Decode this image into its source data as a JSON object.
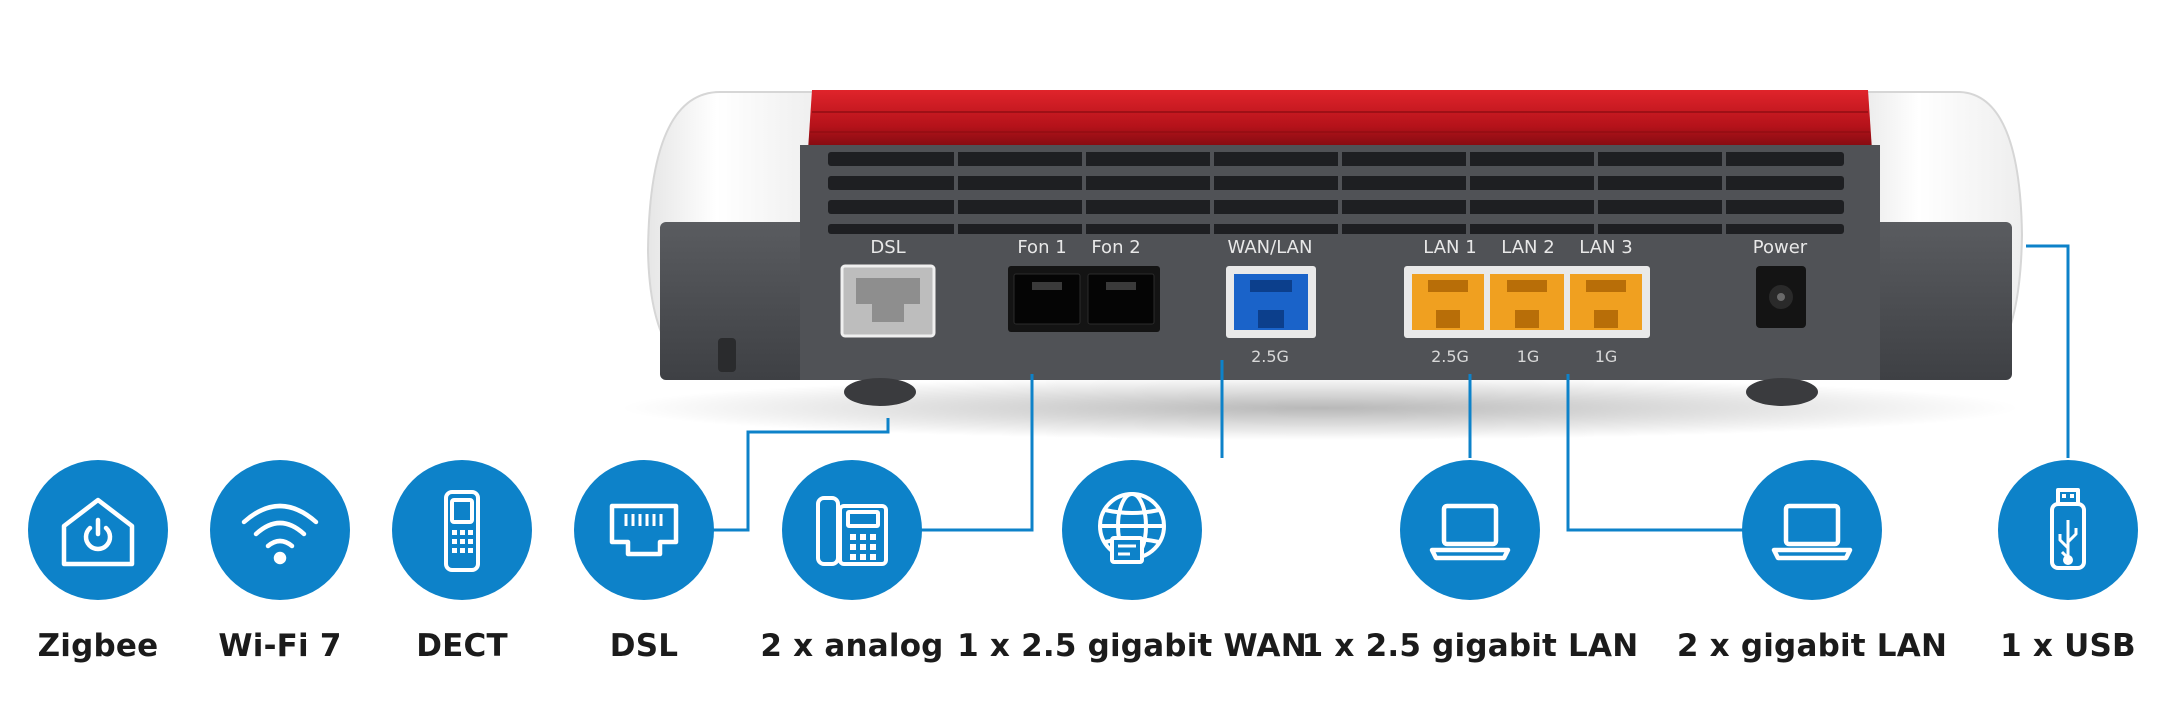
{
  "router": {
    "ports": [
      {
        "label": "DSL",
        "speed": "",
        "color": "#d8d8d8"
      },
      {
        "label": "Fon 1",
        "speed": "",
        "color": "#111111"
      },
      {
        "label": "Fon 2",
        "speed": "",
        "color": "#111111"
      },
      {
        "label": "WAN/LAN",
        "speed": "2.5G",
        "color": "#1a63c9"
      },
      {
        "label": "LAN 1",
        "speed": "2.5G",
        "color": "#f0a020"
      },
      {
        "label": "LAN 2",
        "speed": "1G",
        "color": "#f0a020"
      },
      {
        "label": "LAN 3",
        "speed": "1G",
        "color": "#f0a020"
      },
      {
        "label": "Power",
        "speed": "",
        "color": "#111111"
      }
    ],
    "colors": {
      "body_red": "#c8141b",
      "body_grey": "#4d4f53",
      "shell_white": "#f7f7f7"
    }
  },
  "features": [
    {
      "icon": "smart-home-icon",
      "label": "Zigbee"
    },
    {
      "icon": "wifi-icon",
      "label": "Wi-Fi 7"
    },
    {
      "icon": "dect-phone-icon",
      "label": "DECT"
    },
    {
      "icon": "ethernet-port-icon",
      "label": "DSL"
    },
    {
      "icon": "desk-phone-icon",
      "label": "2 x analog"
    },
    {
      "icon": "globe-icon",
      "label": "1 x 2.5 gigabit WAN"
    },
    {
      "icon": "laptop-icon",
      "label": "1 x 2.5 gigabit LAN"
    },
    {
      "icon": "laptop-icon",
      "label": "2 x gigabit LAN"
    },
    {
      "icon": "usb-icon",
      "label": "1 x USB"
    }
  ],
  "colors": {
    "accent": "#0d82c9",
    "connector": "#0d82c9",
    "label": "#1b1b1b"
  }
}
